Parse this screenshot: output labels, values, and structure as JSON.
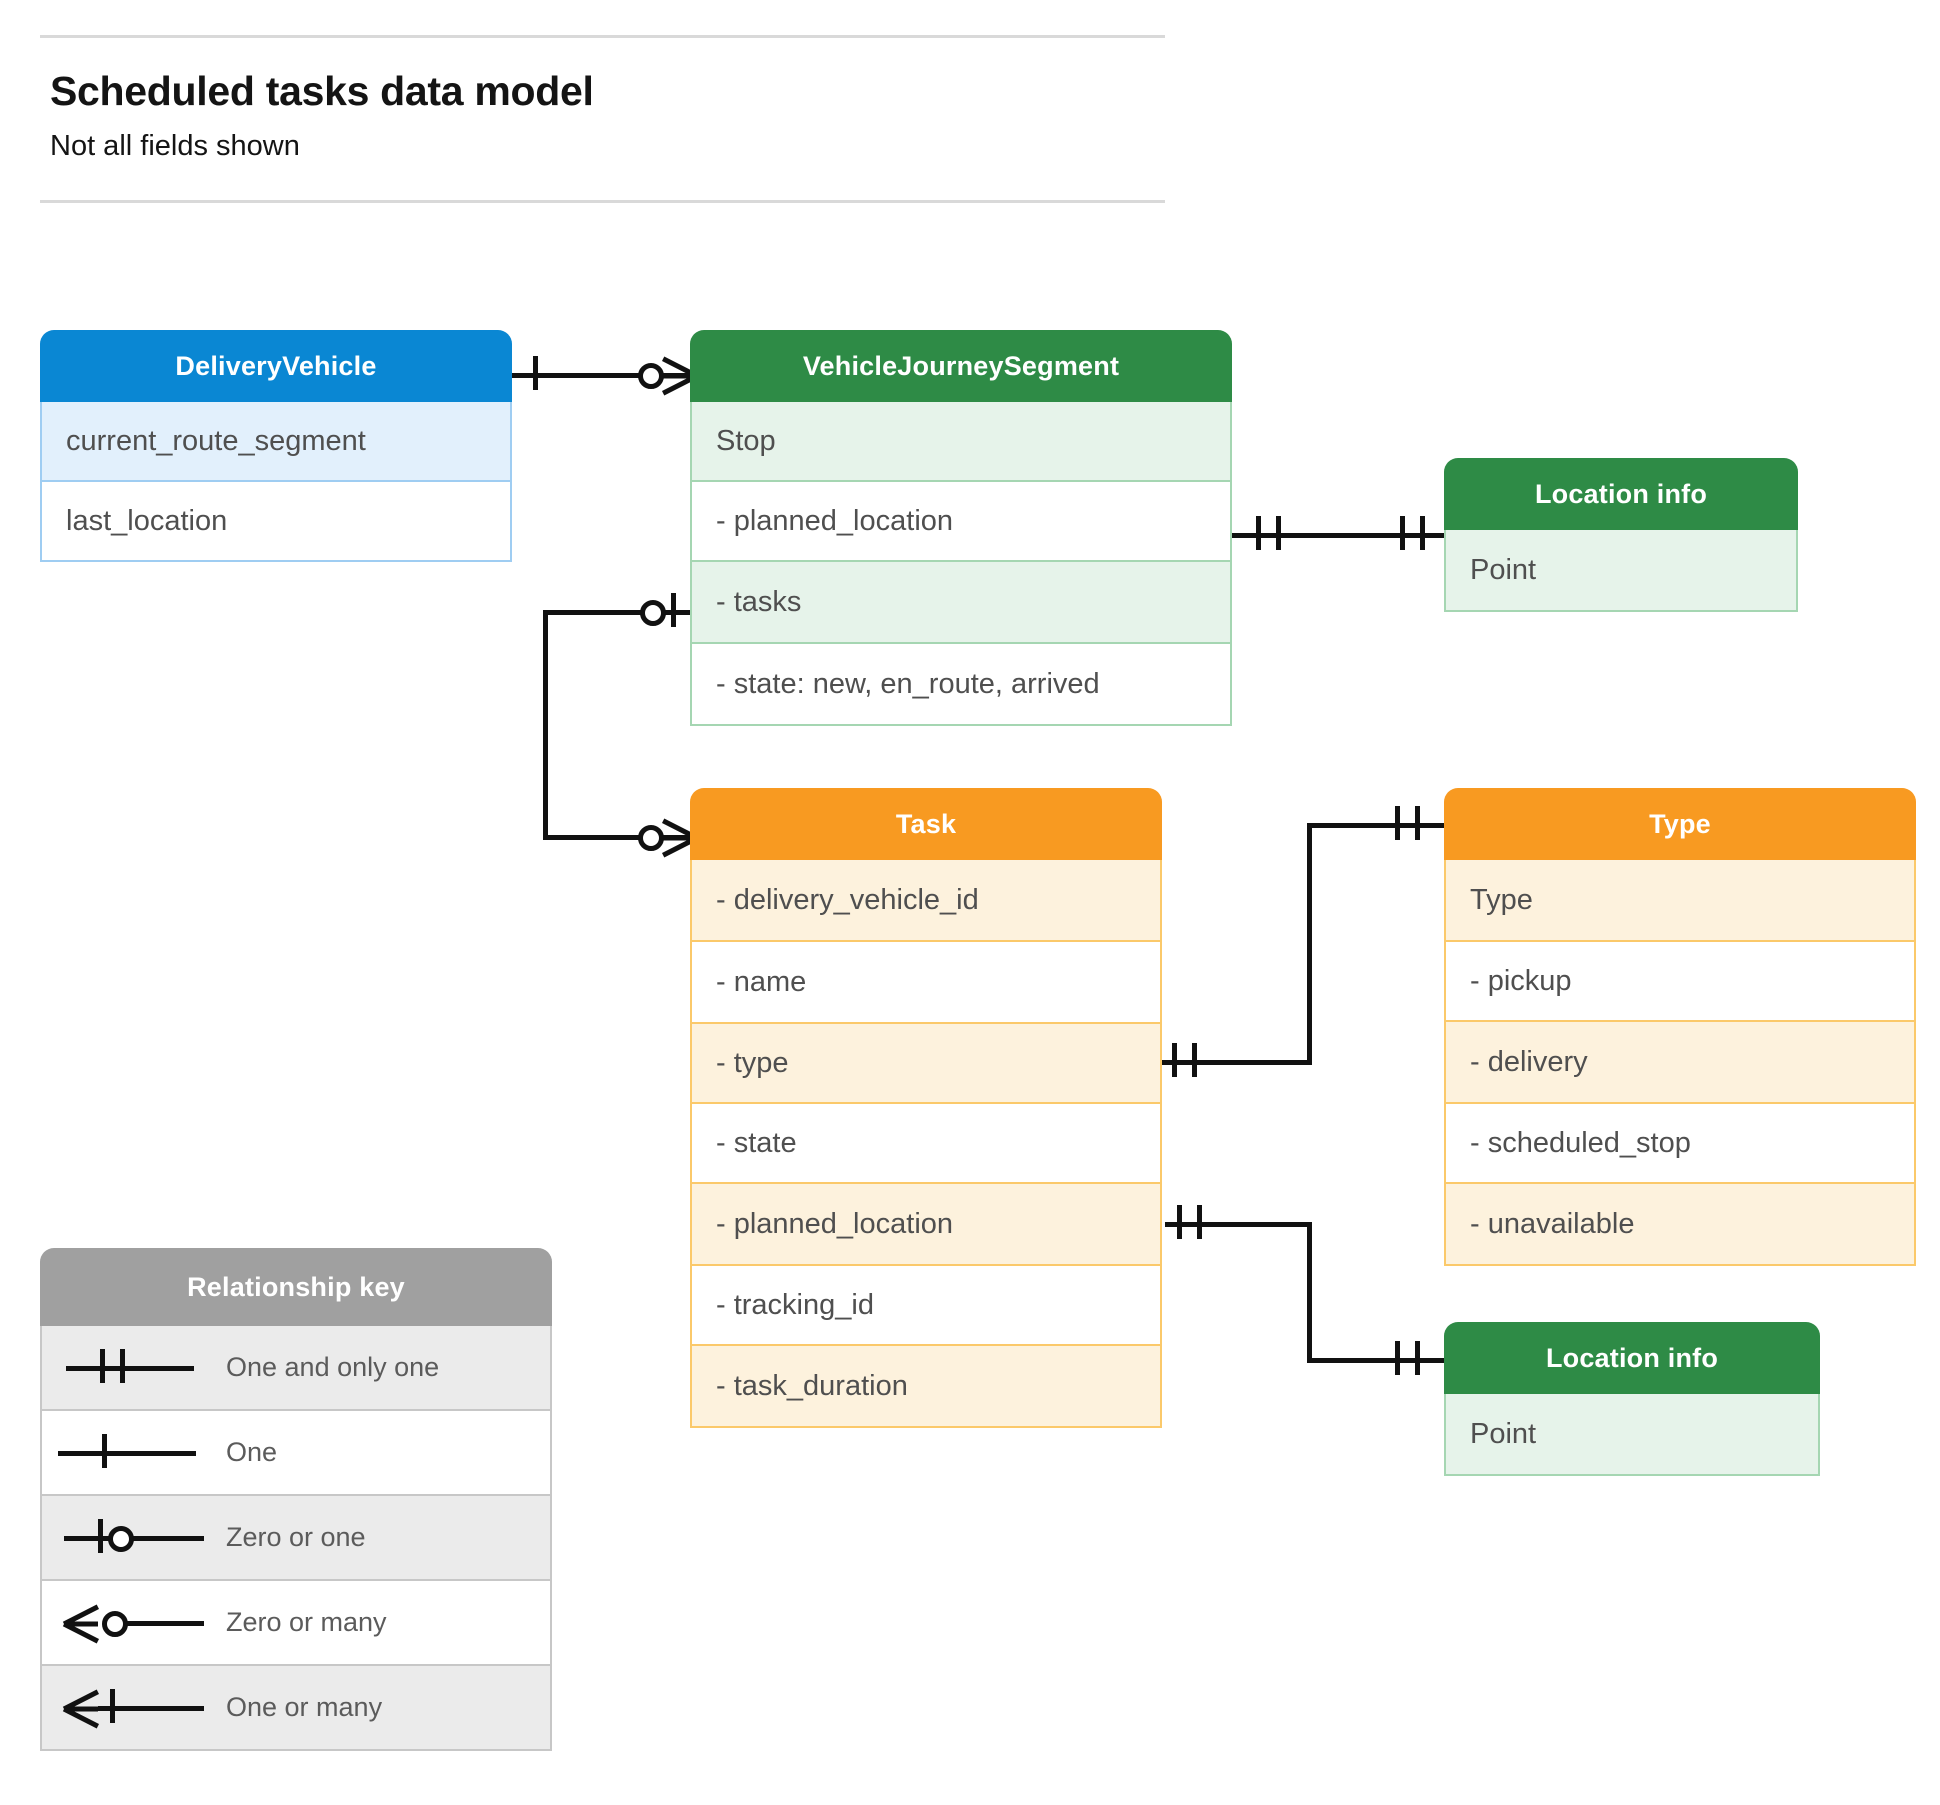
{
  "header": {
    "title": "Scheduled tasks data model",
    "subtitle": "Not all fields shown"
  },
  "entities": {
    "delivery_vehicle": {
      "title": "DeliveryVehicle",
      "color": "#0a87d3",
      "rows": [
        "current_route_segment",
        "last_location"
      ]
    },
    "vehicle_journey_segment": {
      "title": "VehicleJourneySegment",
      "color": "#2e8b46",
      "rows": [
        "Stop",
        "-  planned_location",
        "- tasks",
        "- state: new, en_route, arrived"
      ]
    },
    "location_info_top": {
      "title": "Location info",
      "color": "#2e8b46",
      "rows": [
        "Point"
      ]
    },
    "task": {
      "title": "Task",
      "color": "#f89a21",
      "rows": [
        "- delivery_vehicle_id",
        "- name",
        "- type",
        "- state",
        "- planned_location",
        "- tracking_id",
        "- task_duration"
      ]
    },
    "type": {
      "title": "Type",
      "color": "#f89a21",
      "rows": [
        "Type",
        "-   pickup",
        "-   delivery",
        "-   scheduled_stop",
        "-   unavailable"
      ]
    },
    "location_info_bottom": {
      "title": "Location info",
      "color": "#2e8b46",
      "rows": [
        "Point"
      ]
    }
  },
  "legend": {
    "title": "Relationship key",
    "color": "#a0a0a0",
    "items": [
      {
        "symbol": "one-and-only-one",
        "label": "One and only one"
      },
      {
        "symbol": "one",
        "label": "One"
      },
      {
        "symbol": "zero-or-one",
        "label": "Zero or one"
      },
      {
        "symbol": "zero-or-many",
        "label": "Zero or many"
      },
      {
        "symbol": "one-or-many",
        "label": "One or many"
      }
    ]
  },
  "relationships": [
    {
      "from": "DeliveryVehicle",
      "from_card": "one",
      "to": "VehicleJourneySegment",
      "to_card": "zero-or-many"
    },
    {
      "from": "VehicleJourneySegment.planned_location",
      "from_card": "one-and-only-one",
      "to": "Location info",
      "to_card": "one-and-only-one"
    },
    {
      "from": "VehicleJourneySegment.tasks",
      "from_card": "zero-or-one",
      "to": "Task",
      "to_card": "zero-or-many"
    },
    {
      "from": "Task.type",
      "from_card": "one-and-only-one",
      "to": "Type",
      "to_card": "one-and-only-one"
    },
    {
      "from": "Task.planned_location",
      "from_card": "one-and-only-one",
      "to": "Location info",
      "to_card": "one-and-only-one"
    }
  ]
}
